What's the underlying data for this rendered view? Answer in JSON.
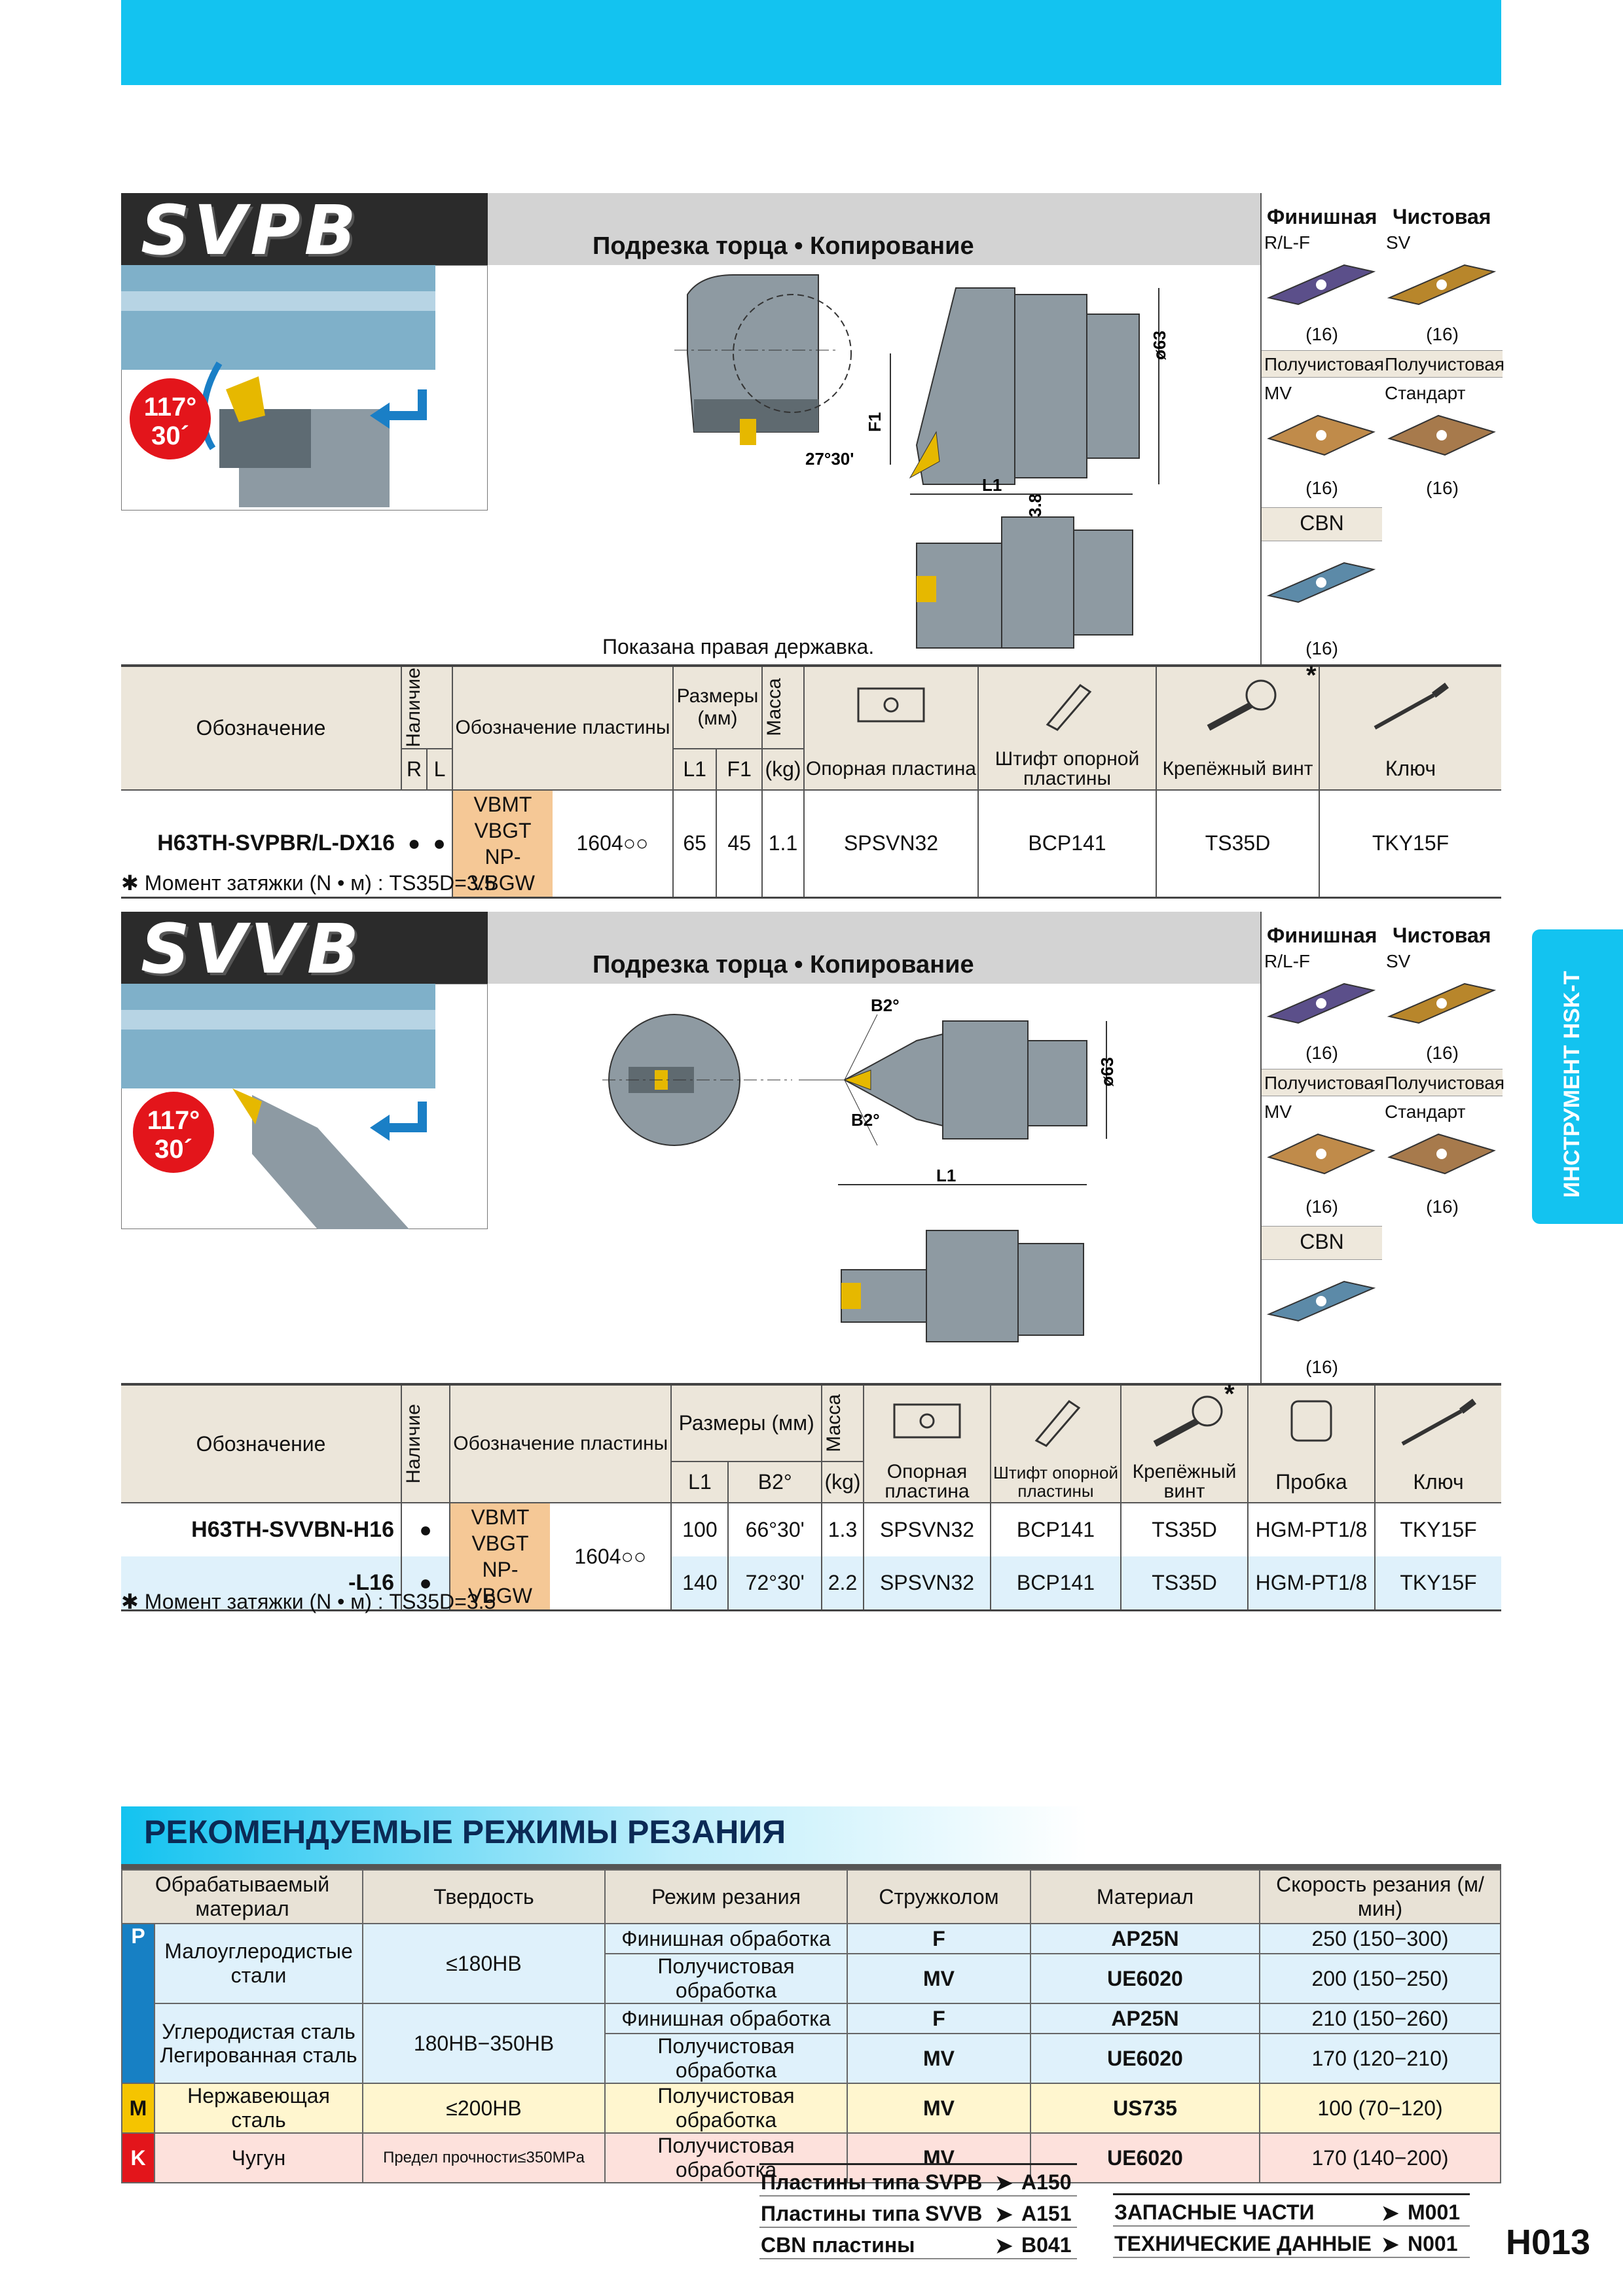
{
  "side_tab": "ИНСТРУМЕНТ HSK-T",
  "sec1": {
    "title": "SVPB",
    "subtitle": "Подрезка торца • Копирование",
    "angle_main": "117°",
    "angle_sub": "30´",
    "note_right": "Показана правая державка.",
    "dims": {
      "d63": "ø63",
      "f1": "F1",
      "l1": "L1",
      "a": "27°30'",
      "b": "3.8"
    },
    "inserts": {
      "finish": "Финишная",
      "finish_code": "R/L-F",
      "finish_qty": "(16)",
      "fine": "Чистовая",
      "fine_code": "SV",
      "fine_qty": "(16)",
      "semi": "Получистовая",
      "semi_code": "MV",
      "semi_qty": "(16)",
      "std_h": "Получистовая",
      "std_code": "Стандарт",
      "std_qty": "(16)",
      "cbn": "CBN",
      "cbn_qty": "(16)"
    },
    "table": {
      "h_name": "Обозначение",
      "h_avail": "Наличие",
      "h_r": "R",
      "h_l": "L",
      "h_insert": "Обозначение пластины",
      "h_dims": "Размеры (мм)",
      "h_l1": "L1",
      "h_f1": "F1",
      "h_mass": "Масса",
      "h_kg": "(kg)",
      "h_seat": "Опорная пластина",
      "h_pin": "Штифт опорной пластины",
      "h_screw": "Крепёжный винт",
      "h_key": "Ключ",
      "star": "*",
      "row": {
        "name": "H63TH-SVPBR/L-DX16",
        "r": "●",
        "l": "●",
        "ins1": "VBMT",
        "ins2": "VBGT",
        "ins3": "NP-VBGW",
        "size": "1604○○",
        "l1": "65",
        "f1": "45",
        "mass": "1.1",
        "seat": "SPSVN32",
        "pin": "BCP141",
        "screw": "TS35D",
        "key": "TKY15F"
      }
    },
    "torque": "Момент затяжки (N • м) : TS35D=3.5"
  },
  "sec2": {
    "title": "SVVB",
    "subtitle": "Подрезка торца • Копирование",
    "angle_main": "117°",
    "angle_sub": "30´",
    "dims": {
      "d63": "ø63",
      "b2a": "B2°",
      "b2b": "B2°",
      "l1": "L1"
    },
    "inserts": {
      "finish": "Финишная",
      "finish_code": "R/L-F",
      "finish_qty": "(16)",
      "fine": "Чистовая",
      "fine_code": "SV",
      "fine_qty": "(16)",
      "semi": "Получистовая",
      "semi_code": "MV",
      "semi_qty": "(16)",
      "std_h": "Получистовая",
      "std_code": "Стандарт",
      "std_qty": "(16)",
      "cbn": "CBN",
      "cbn_qty": "(16)"
    },
    "table": {
      "h_name": "Обозначение",
      "h_avail": "Наличие",
      "h_insert": "Обозначение пластины",
      "h_dims": "Размеры (мм)",
      "h_l1": "L1",
      "h_b2": "B2°",
      "h_mass": "Масса",
      "h_kg": "(kg)",
      "h_seat": "Опорная пластина",
      "h_pin": "Штифт опорной пластины",
      "h_screw": "Крепёжный винт",
      "h_plug": "Пробка",
      "h_key": "Ключ",
      "star": "*",
      "ins1": "VBMT",
      "ins2": "VBGT",
      "ins3": "NP-VBGW",
      "size": "1604○○",
      "rows": [
        {
          "name": "H63TH-SVVBN-H16",
          "avail": "●",
          "l1": "100",
          "b2": "66°30'",
          "mass": "1.3",
          "seat": "SPSVN32",
          "pin": "BCP141",
          "screw": "TS35D",
          "plug": "HGM-PT1/8",
          "key": "TKY15F"
        },
        {
          "name": "-L16",
          "avail": "●",
          "l1": "140",
          "b2": "72°30'",
          "mass": "2.2",
          "seat": "SPSVN32",
          "pin": "BCP141",
          "screw": "TS35D",
          "plug": "HGM-PT1/8",
          "key": "TKY15F"
        }
      ]
    },
    "torque": "Момент затяжки (N • м) : TS35D=3.5"
  },
  "recommend": {
    "title": "РЕКОМЕНДУЕМЫЕ РЕЖИМЫ РЕЗАНИЯ",
    "headers": [
      "Обрабатываемый материал",
      "Твердость",
      "Режим резания",
      "Стружколом",
      "Материал",
      "Скорость резания (м/мин)"
    ],
    "groups": {
      "P": "P",
      "M": "M",
      "K": "K"
    },
    "p1_material": "Малоуглеродистые стали",
    "p1_hard": "≤180HB",
    "p2_material_a": "Углеродистая сталь",
    "p2_material_b": "Легированная сталь",
    "p2_hard": "180HB−350HB",
    "m_material": "Нержавеющая сталь",
    "m_hard": "≤200HB",
    "k_material": "Чугун",
    "k_hard": "Предел прочности≤350MPa",
    "rows": [
      {
        "mode": "Финишная обработка",
        "breaker": "F",
        "grade": "AP25N",
        "speed": "250 (150−300)"
      },
      {
        "mode": "Получистовая обработка",
        "breaker": "MV",
        "grade": "UE6020",
        "speed": "200 (150−250)"
      },
      {
        "mode": "Финишная обработка",
        "breaker": "F",
        "grade": "AP25N",
        "speed": "210 (150−260)"
      },
      {
        "mode": "Получистовая обработка",
        "breaker": "MV",
        "grade": "UE6020",
        "speed": "170 (120−210)"
      },
      {
        "mode": "Получистовая обработка",
        "breaker": "MV",
        "grade": "US735",
        "speed": "100 (70−120)"
      },
      {
        "mode": "Получистовая обработка",
        "breaker": "MV",
        "grade": "UE6020",
        "speed": "170 (140−200)"
      }
    ]
  },
  "refs": {
    "left": [
      {
        "label": "Пластины типа SVPB",
        "page": "A150"
      },
      {
        "label": "Пластины типа SVVB",
        "page": "A151"
      },
      {
        "label": "CBN пластины",
        "page": "B041"
      }
    ],
    "right": [
      {
        "label": "ЗАПАСНЫЕ ЧАСТИ",
        "page": "M001"
      },
      {
        "label": "ТЕХНИЧЕСКИЕ ДАННЫЕ",
        "page": "N001"
      }
    ],
    "arrow": "➤",
    "page_number": "H013"
  },
  "colors": {
    "accent": "#13c3f0",
    "orange": "#f5c896",
    "row_p": "#dff1fb",
    "row_m": "#fff6cf",
    "row_k": "#fde1dc"
  }
}
